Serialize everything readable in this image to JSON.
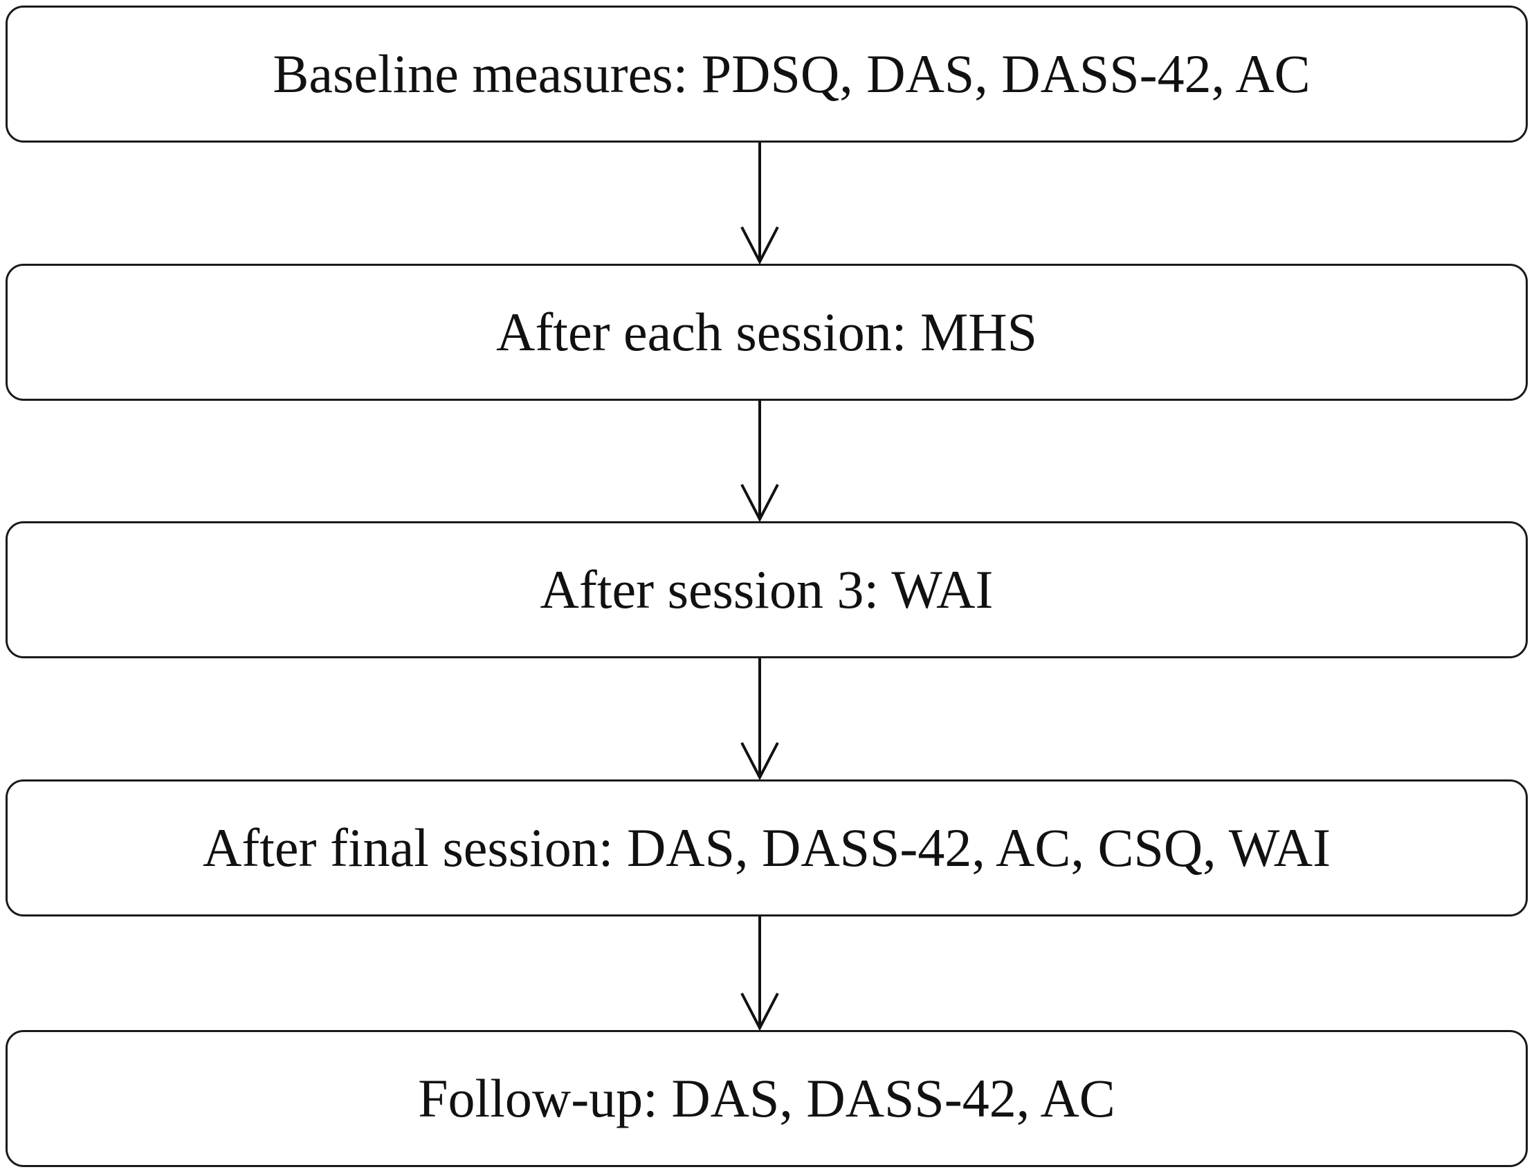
{
  "diagram": {
    "type": "vertical-flowchart",
    "nodes": [
      {
        "id": "baseline",
        "label": "Baseline measures: PDSQ, DAS, DASS-42, AC"
      },
      {
        "id": "each-session",
        "label": "After each session: MHS"
      },
      {
        "id": "session-3",
        "label": "After session 3: WAI"
      },
      {
        "id": "final-session",
        "label": "After final session: DAS, DASS-42, AC, CSQ, WAI"
      },
      {
        "id": "follow-up",
        "label": "Follow-up: DAS, DASS-42, AC"
      }
    ],
    "edges": [
      {
        "from": "baseline",
        "to": "each-session"
      },
      {
        "from": "each-session",
        "to": "session-3"
      },
      {
        "from": "session-3",
        "to": "final-session"
      },
      {
        "from": "final-session",
        "to": "follow-up"
      }
    ],
    "colors": {
      "stroke": "#111111",
      "background": "#ffffff",
      "text": "#111111"
    }
  }
}
